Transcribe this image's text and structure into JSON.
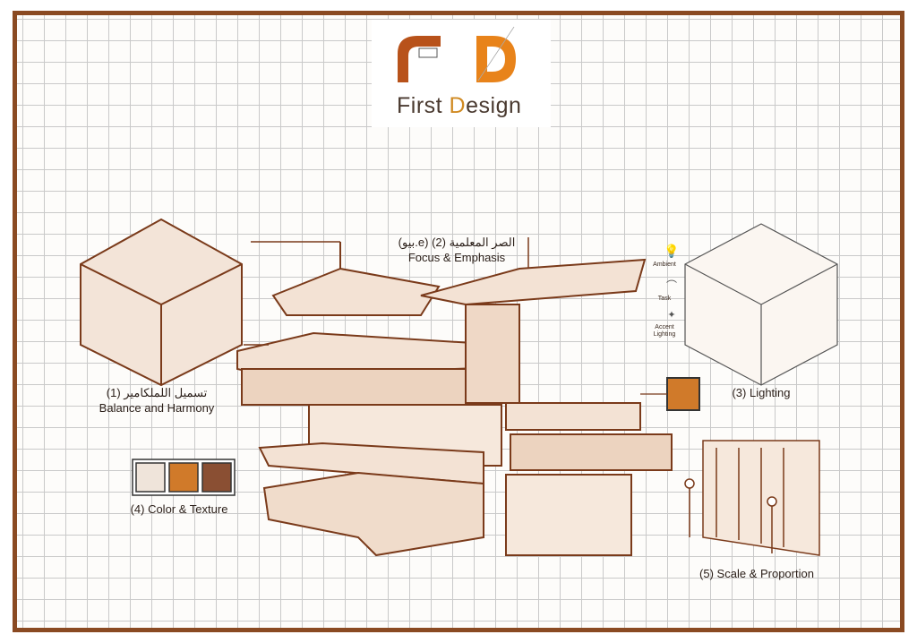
{
  "logo": {
    "monogram": "FD",
    "brand_first": "First ",
    "brand_d": "D",
    "brand_rest": "esign"
  },
  "labels": {
    "balance_ar": "تسميل اللملكامير (1)",
    "balance_en": "Balance and Harmony",
    "focus_ar": "(بيو.e) الصر المعلمية (2)",
    "focus_en": "Focus & Emphasis",
    "lighting": "(3) Lighting",
    "color_texture": "(4) Color & Texture",
    "scale": "(5) Scale & Proportion"
  },
  "lighting_icons": [
    {
      "icon": "bulb-icon",
      "label": "Ambient"
    },
    {
      "icon": "desk-lamp-icon",
      "label": "Task"
    },
    {
      "icon": "spotlight-icon",
      "label": "Accent Lighting"
    }
  ],
  "colors": {
    "frame": "#8a4a22",
    "accent_orange": "#d07a2a",
    "dark_brown": "#8a4a22",
    "logo_f": "#b8521a",
    "logo_d": "#e8831a"
  },
  "swatches": [
    "speckled-beige",
    "orange",
    "wood-brown"
  ]
}
